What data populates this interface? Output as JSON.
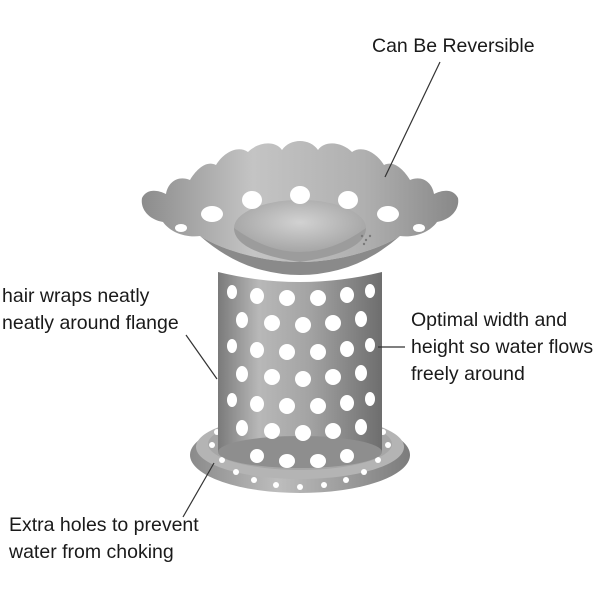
{
  "callouts": {
    "reversible": {
      "lines": [
        "Can Be Reversible"
      ]
    },
    "hair": {
      "lines": [
        "hair wraps neatly",
        "neatly around flange"
      ]
    },
    "width": {
      "lines": [
        "Optimal width and",
        "height so water flows",
        "freely around"
      ]
    },
    "holes": {
      "lines": [
        "Extra holes to prevent",
        "water from choking"
      ]
    }
  },
  "colors": {
    "metal_base": "#9a9a9a",
    "metal_light": "#c6c6c6",
    "metal_dark": "#6a6a6a",
    "leader_line": "#333333"
  },
  "icons": {
    "product": "drain-hair-catcher-strainer"
  }
}
